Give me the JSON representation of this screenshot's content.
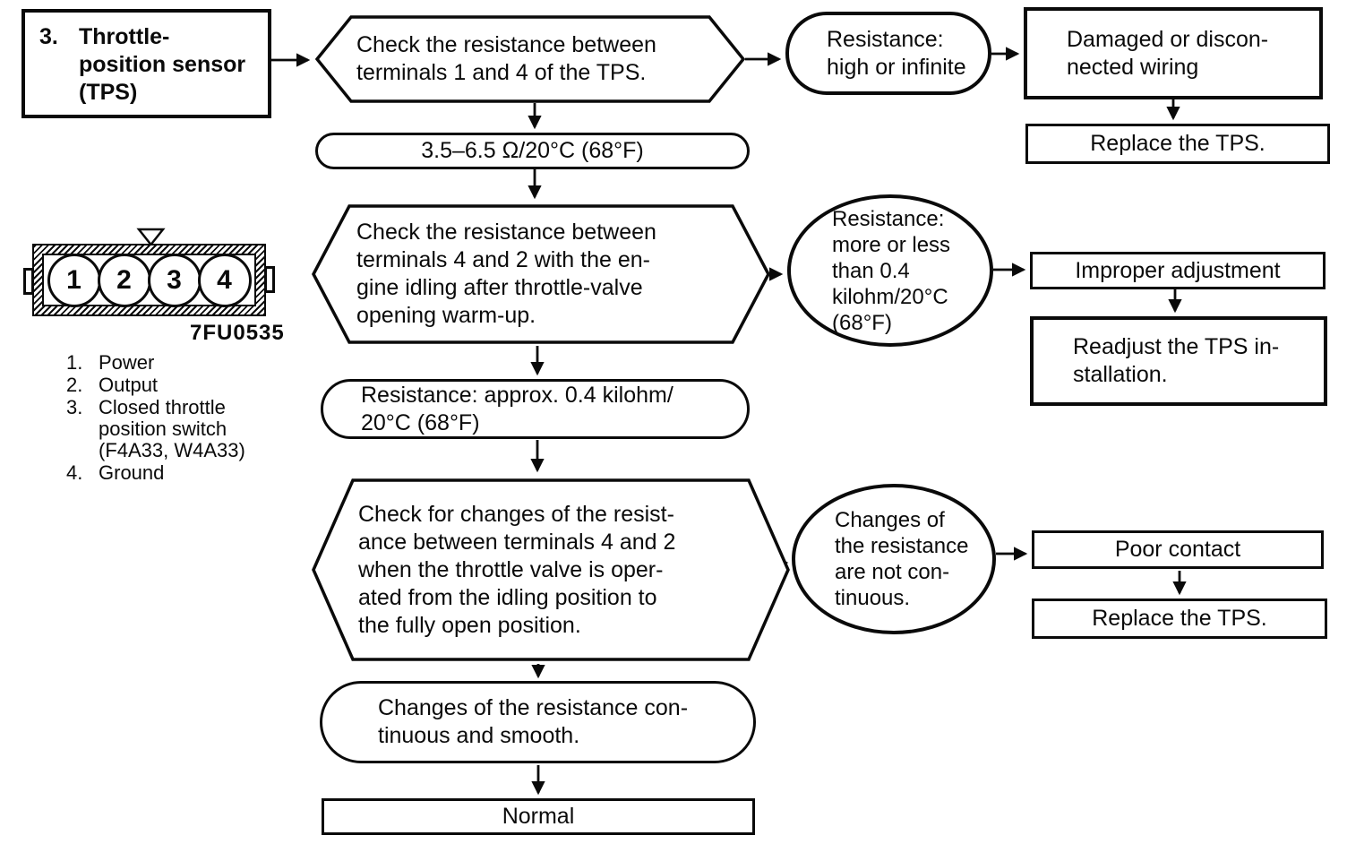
{
  "palette": {
    "ink": "#0a0a0a",
    "paper": "#ffffff"
  },
  "start": {
    "num": "3.",
    "lines": [
      "Throttle-",
      "position sensor",
      "(TPS)"
    ]
  },
  "nodes": {
    "hex1": {
      "lines": [
        "Check the resistance between",
        "terminals 1 and 4 of the TPS."
      ]
    },
    "spec1": {
      "lines": [
        "3.5–6.5 Ω/20°C (68°F)"
      ]
    },
    "ell1": {
      "lines": [
        "Resistance:",
        "high or infinite"
      ]
    },
    "damaged": {
      "lines": [
        "Damaged or discon-",
        "nected wiring"
      ]
    },
    "replace1": {
      "lines": [
        "Replace the TPS."
      ]
    },
    "hex2": {
      "lines": [
        "Check the resistance between",
        "terminals 4 and 2 with the en-",
        "gine idling after throttle-valve",
        "opening warm-up."
      ]
    },
    "circ2": {
      "lines": [
        "Resistance:",
        "more or less",
        "than 0.4",
        "kilohm/20°C",
        "(68°F)"
      ]
    },
    "improper": {
      "lines": [
        "Improper adjustment"
      ]
    },
    "readjust": {
      "lines": [
        "Readjust the TPS in-",
        "stallation."
      ]
    },
    "spec2": {
      "lines": [
        "Resistance: approx. 0.4 kilohm/",
        "20°C (68°F)"
      ]
    },
    "hex3": {
      "lines": [
        "Check for changes of the resist-",
        "ance between terminals 4 and 2",
        "when the throttle valve is oper-",
        "ated from the idling position to",
        "the fully open position."
      ]
    },
    "circ3": {
      "lines": [
        "Changes of",
        "the resistance",
        "are not con-",
        "tinuous."
      ]
    },
    "poor": {
      "lines": [
        "Poor contact"
      ]
    },
    "replace2": {
      "lines": [
        "Replace the TPS."
      ]
    },
    "spec3": {
      "lines": [
        "Changes of the resistance con-",
        "tinuous and smooth."
      ]
    },
    "normal": {
      "lines": [
        "Normal"
      ]
    }
  },
  "connector": {
    "code": "7FU0535",
    "pins": [
      "1",
      "2",
      "3",
      "4"
    ],
    "legend": [
      {
        "num": "1.",
        "lines": [
          "Power"
        ]
      },
      {
        "num": "2.",
        "lines": [
          "Output"
        ]
      },
      {
        "num": "3.",
        "lines": [
          "Closed throttle",
          "position switch",
          "(F4A33, W4A33)"
        ]
      },
      {
        "num": "4.",
        "lines": [
          "Ground"
        ]
      }
    ]
  }
}
